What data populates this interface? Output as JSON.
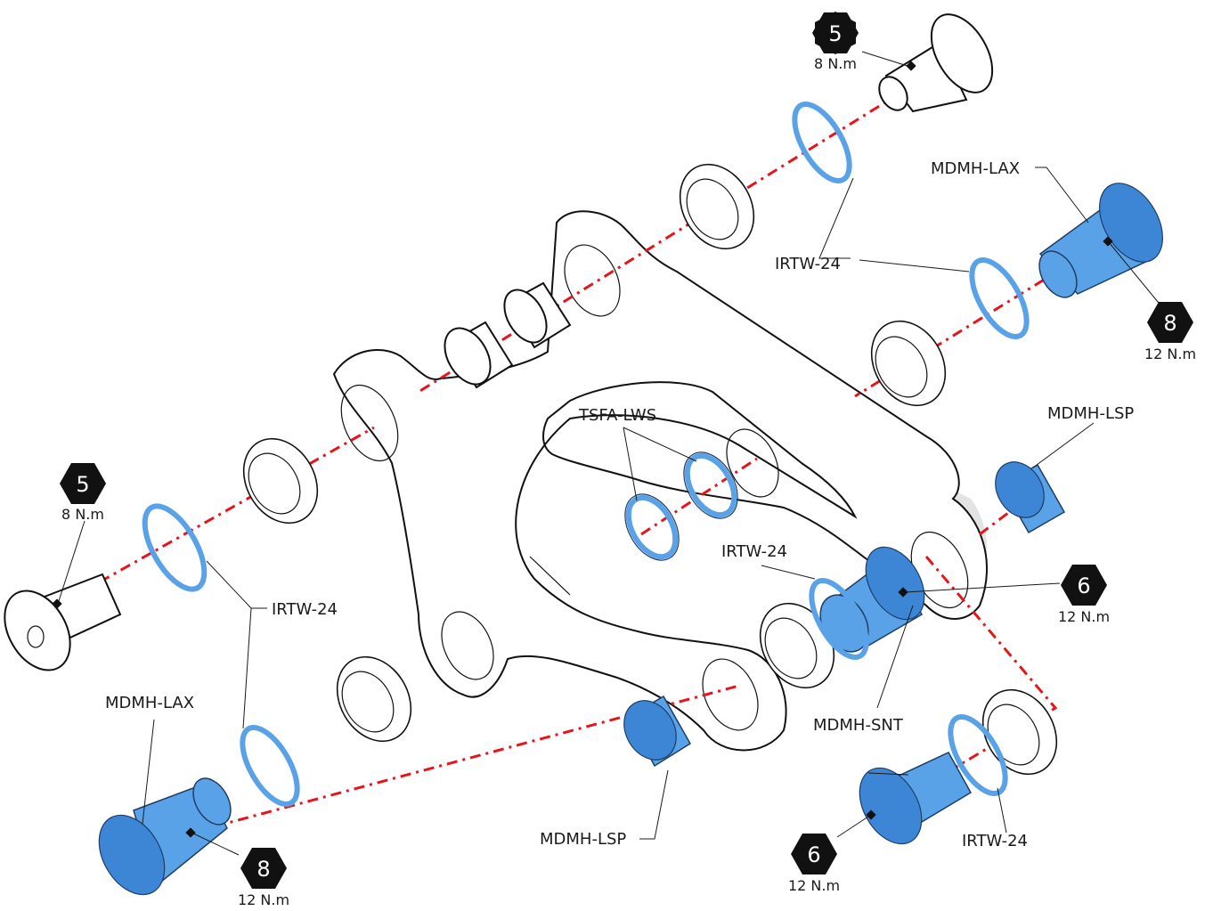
{
  "labels": {
    "irtw_top": "IRTW-24",
    "irtw_left": "IRTW-24",
    "irtw_center": "IRTW-24",
    "irtw_bottom_right": "IRTW-24",
    "mdmh_lax_top": "MDMH-LAX",
    "mdmh_lax_bottom": "MDMH-LAX",
    "mdmh_lsp_right": "MDMH-LSP",
    "mdmh_lsp_bottom": "MDMH-LSP",
    "mdmh_snt": "MDMH-SNT",
    "tsfa_lws": "TSFA-LWS"
  },
  "torque_badges": {
    "top_bolt": {
      "number": "5",
      "value": "8 N.m"
    },
    "left_bolt": {
      "number": "5",
      "value": "8 N.m"
    },
    "right_axle": {
      "number": "8",
      "value": "12 N.m"
    },
    "bottom_left_axle": {
      "number": "8",
      "value": "12 N.m"
    },
    "center_axle": {
      "number": "6",
      "value": "12 N.m"
    },
    "bottom_right_axle": {
      "number": "6",
      "value": "12 N.m"
    }
  },
  "colors": {
    "axis_line": "#e8141b",
    "part_highlight": "#5aa2e8",
    "badge": "#111111",
    "frame_shadow": "#e3e3e3"
  }
}
